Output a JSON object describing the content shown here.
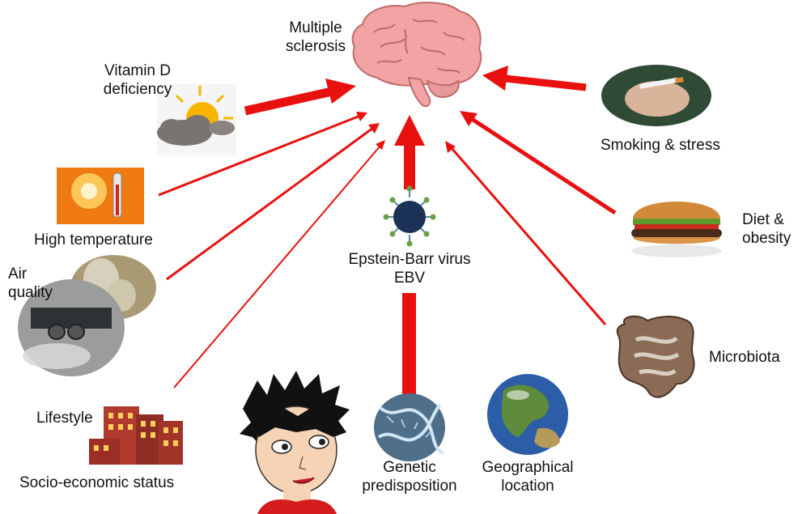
{
  "diagram": {
    "center": {
      "title_line1": "Multiple",
      "title_line2": "sclerosis"
    },
    "factors": {
      "vitamin_d": {
        "line1": "Vitamin D",
        "line2": "deficiency"
      },
      "high_temperature": {
        "label": "High temperature"
      },
      "air_quality": {
        "line1": "Air",
        "line2": "quality"
      },
      "lifestyle": {
        "label": "Lifestyle"
      },
      "socio_economic": {
        "label": "Socio-economic status"
      },
      "ebv": {
        "line1": "Epstein-Barr virus",
        "line2": "EBV"
      },
      "genetic": {
        "line1": "Genetic",
        "line2": "predisposition"
      },
      "geographical": {
        "line1": "Geographical",
        "line2": "location"
      },
      "smoking": {
        "label": "Smoking & stress"
      },
      "diet": {
        "line1": "Diet &",
        "line2": "obesity"
      },
      "microbiota": {
        "label": "Microbiota"
      }
    },
    "colors": {
      "arrow": "#e8110f",
      "brain": "#f2a3a3",
      "brain_outline": "#c06a6a"
    }
  }
}
